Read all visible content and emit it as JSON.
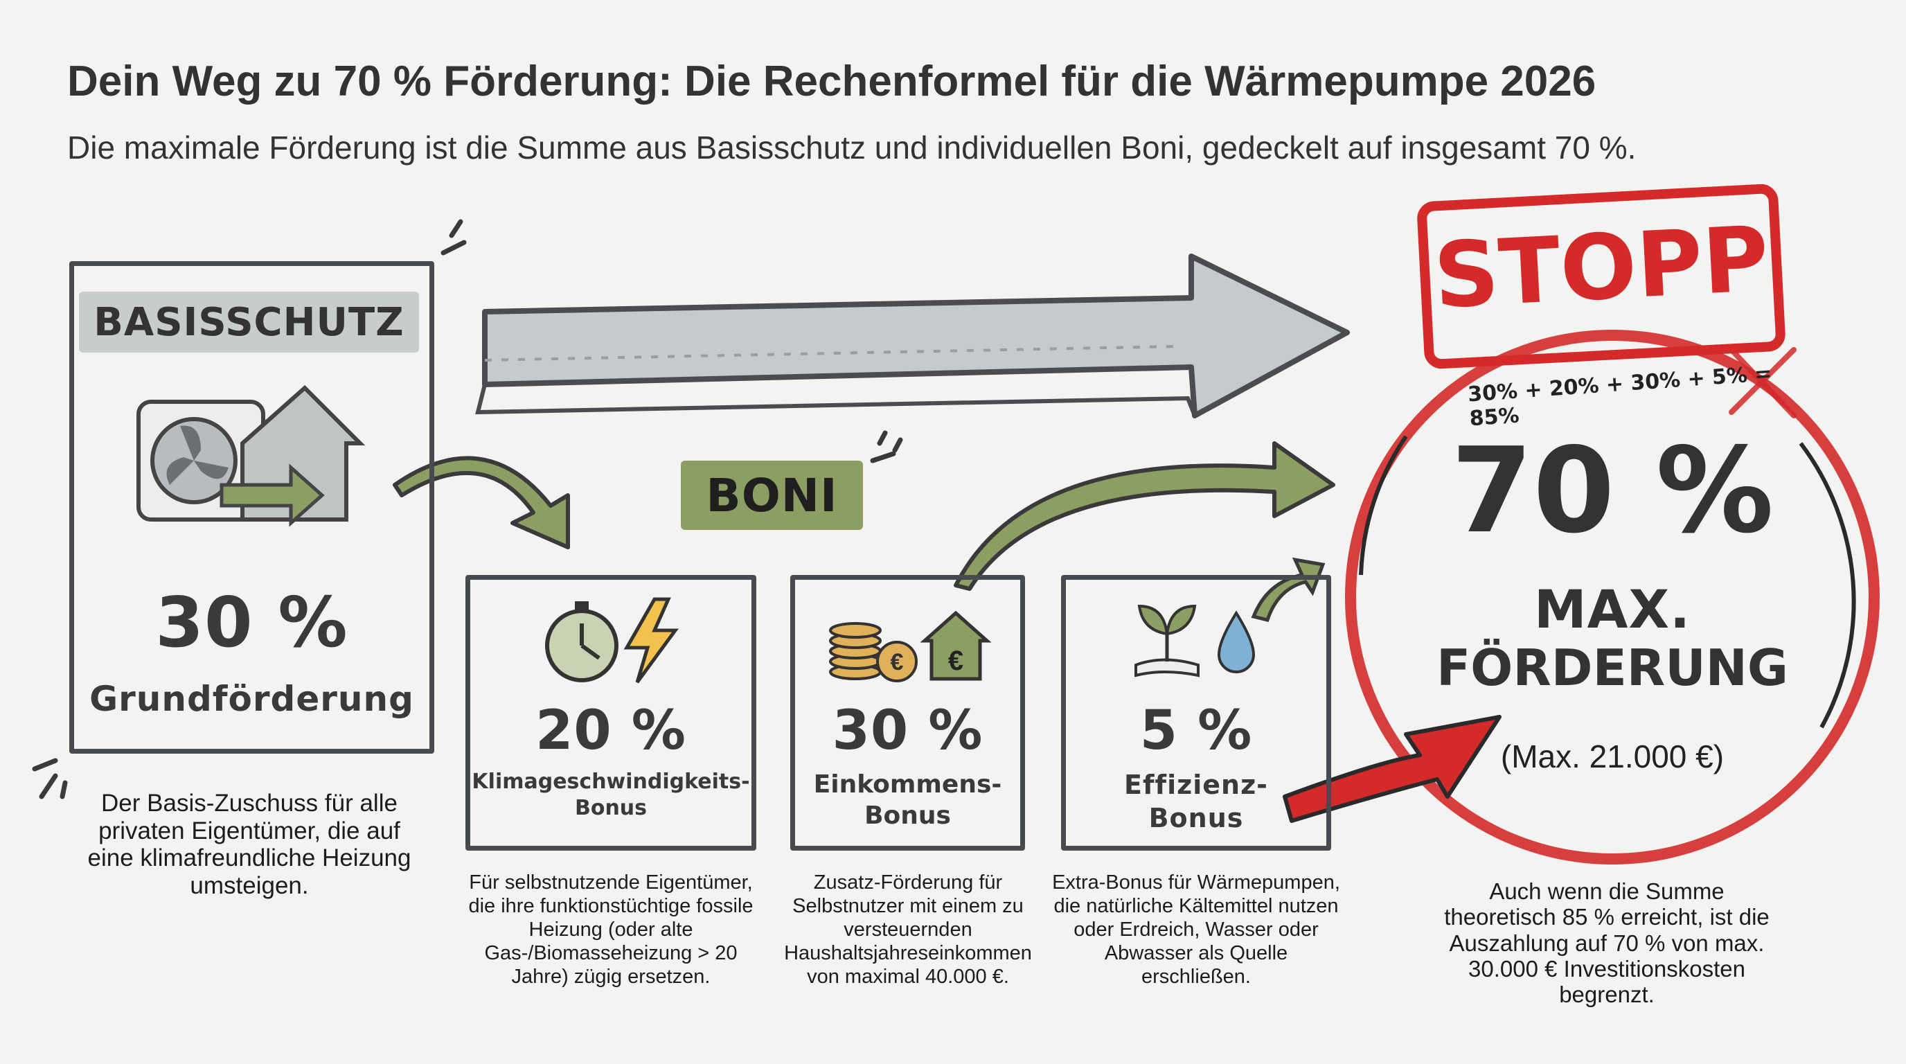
{
  "header": {
    "title": "Dein Weg zu 70 % Förderung: Die Rechenformel für die Wärmepumpe 2026",
    "subtitle": "Die maximale Förderung ist die Summe aus Basisschutz und individuellen Boni, gedeckelt auf insgesamt 70 %."
  },
  "basis": {
    "label": "BASISSCHUTZ",
    "icon": "heat-pump-house-icon",
    "percent": "30 %",
    "name": "Grundförderung",
    "description": "Der Basis-Zuschuss für alle privaten Eigentümer, die auf eine klimafreundliche Heizung umsteigen."
  },
  "boni": {
    "label": "BONI",
    "items": [
      {
        "icon": "stopwatch-lightning-icon",
        "percent": "20 %",
        "name_line1": "Klimageschwindigkeits-",
        "name_line2": "Bonus",
        "description": "Für selbstnutzende Eigentümer, die ihre funktionstüchtige fossile Heizung (oder alte Gas-/Biomasseheizung > 20 Jahre) zügig ersetzen."
      },
      {
        "icon": "coins-euro-house-icon",
        "percent": "30 %",
        "name_line1": "Einkommens-",
        "name_line2": "Bonus",
        "description": "Zusatz-Förderung für Selbstnutzer mit einem zu versteuernden Haushaltsjahreseinkommen von maximal 40.000 €."
      },
      {
        "icon": "plant-water-drop-icon",
        "percent": "5 %",
        "name_line1": "Effizienz-",
        "name_line2": "Bonus",
        "description": "Extra-Bonus für Wärmepumpen, die natürliche Kältemittel nutzen oder Erdreich, Wasser oder Abwasser als Quelle erschließen."
      }
    ]
  },
  "result": {
    "stamp": "STOPP",
    "formula": "30% + 20% + 30% + 5% =",
    "formula_struck": "85%",
    "percent": "70 %",
    "line1": "MAX.",
    "line2": "FÖRDERUNG",
    "max_amount": "(Max. 21.000 €)",
    "description": "Auch wenn die Summe theoretisch 85 % erreicht, ist die Auszahlung auf 70 % von max. 30.000 € Investitionskosten begrenzt."
  },
  "colors": {
    "accent_red": "#d42a2a",
    "accent_green": "#8c9e62",
    "label_gray": "#c8cccd",
    "ink": "#3a3a3a"
  }
}
